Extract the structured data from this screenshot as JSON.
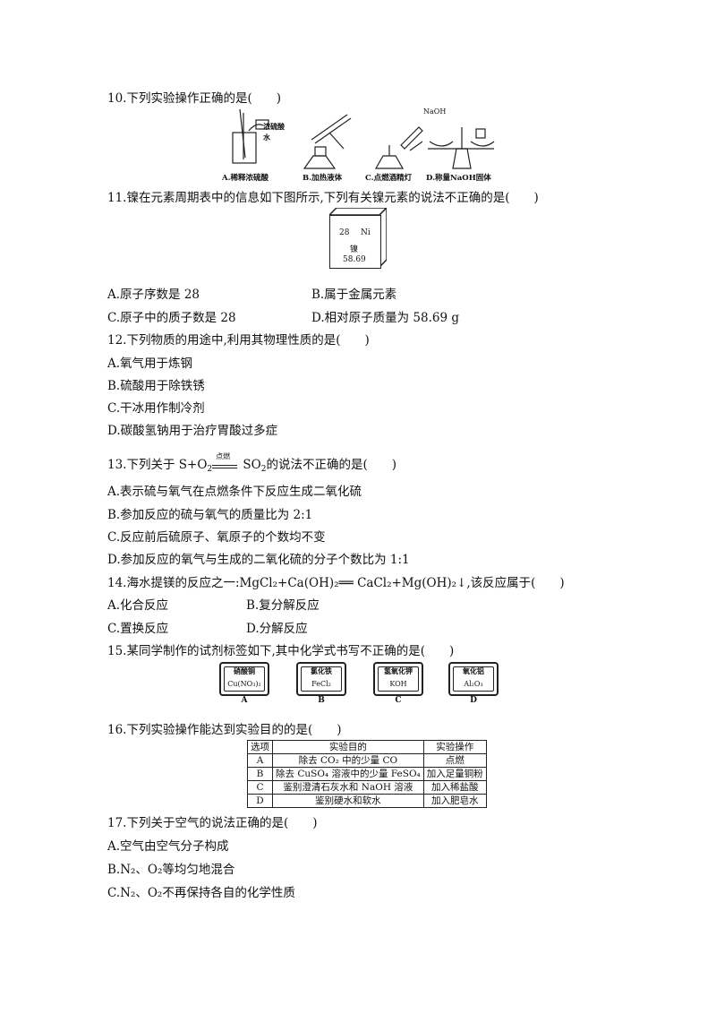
{
  "q10": {
    "stem": "10.下列实验操作正确的是(　　)",
    "captions": [
      "A.稀释浓硫酸",
      "B.加热液体",
      "C.点燃酒精灯",
      "D.称量NaOH固体"
    ],
    "fig_labels": {
      "acid": "浓硫酸",
      "water": "水",
      "naoh": "NaOH"
    }
  },
  "q11": {
    "stem": "11.镍在元素周期表中的信息如下图所示,下列有关镍元素的说法不正确的是(　　)",
    "element": {
      "number": "28",
      "symbol": "Ni",
      "name": "镍",
      "mass": "58.69"
    },
    "options": [
      "A.原子序数是 28",
      "B.属于金属元素",
      "C.原子中的质子数是 28",
      "D.相对原子质量为 58.69  g"
    ]
  },
  "q12": {
    "stem": "12.下列物质的用途中,利用其物理性质的是(　　)",
    "options": [
      "A.氧气用于炼钢",
      "B.硫酸用于除铁锈",
      "C.干冰用作制冷剂",
      "D.碳酸氢钠用于治疗胃酸过多症"
    ]
  },
  "q13": {
    "stem_pre": "13.下列关于 S+O",
    "stem_sub": "2",
    "condition": "点燃",
    "stem_mid": " SO",
    "stem_sub2": "2",
    "stem_post": "的说法不正确的是(　　)",
    "options": [
      "A.表示硫与氧气在点燃条件下反应生成二氧化硫",
      "B.参加反应的硫与氧气的质量比为 2:1",
      "C.反应前后硫原子、氧原子的个数均不变",
      "D.参加反应的氧气与生成的二氧化硫的分子个数比为 1:1"
    ]
  },
  "q14": {
    "stem": "14.海水提镁的反应之一:MgCl₂+Ca(OH)₂══  CaCl₂+Mg(OH)₂↓,该反应属于(　　)",
    "options": [
      "A.化合反应",
      "B.复分解反应",
      "C.置换反应",
      "D.分解反应"
    ]
  },
  "q15": {
    "stem": "15.某同学制作的试剂标签如下,其中化学式书写不正确的是(　　)",
    "labels": [
      {
        "name": "硝酸铜",
        "formula": "Cu(NO₃)₂",
        "letter": "A"
      },
      {
        "name": "氯化铁",
        "formula": "FeCl₂",
        "letter": "B"
      },
      {
        "name": "氢氧化钾",
        "formula": "KOH",
        "letter": "C"
      },
      {
        "name": "氧化铝",
        "formula": "Al₂O₃",
        "letter": "D"
      }
    ]
  },
  "q16": {
    "stem": "16.下列实验操作能达到实验目的的是(　　)",
    "headers": [
      "选项",
      "实验目的",
      "实验操作"
    ],
    "rows": [
      [
        "A",
        "除去 CO₂ 中的少量 CO",
        "点燃"
      ],
      [
        "B",
        "除去 CuSO₄ 溶液中的少量 FeSO₄",
        "加入足量铜粉"
      ],
      [
        "C",
        "鉴别澄清石灰水和 NaOH 溶液",
        "加入稀盐酸"
      ],
      [
        "D",
        "鉴别硬水和软水",
        "加入肥皂水"
      ]
    ]
  },
  "q17": {
    "stem": "17.下列关于空气的说法正确的是(　　)",
    "options": [
      "A.空气由空气分子构成",
      "B.N₂、O₂等均匀地混合",
      "C.N₂、O₂不再保持各自的化学性质"
    ]
  }
}
